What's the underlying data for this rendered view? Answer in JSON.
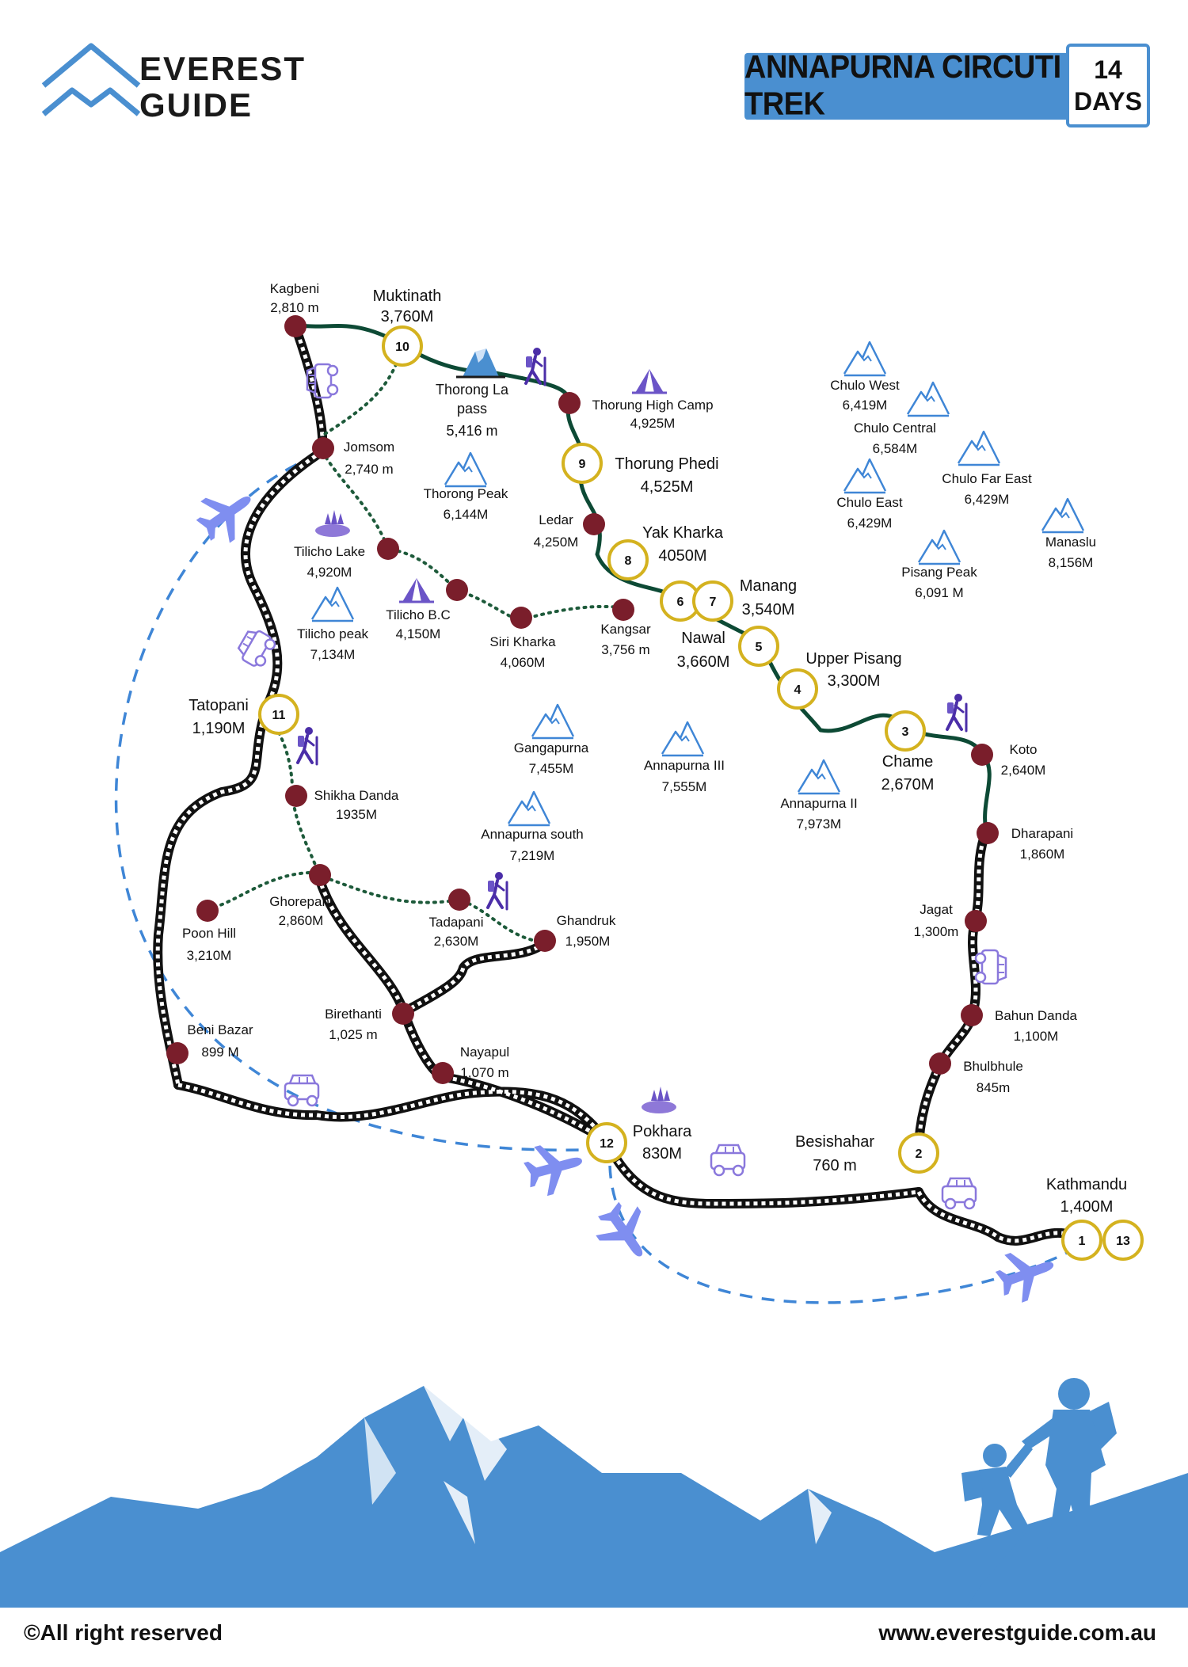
{
  "brand": {
    "line1": "EVEREST",
    "line2": "GUIDE"
  },
  "title": "ANNAPURNA CIRCUTI TREK",
  "duration": {
    "number": "14",
    "unit": "DAYS"
  },
  "footer": {
    "copyright": "©All right reserved",
    "website": "www.everestguide.com.au"
  },
  "colors": {
    "accent": "#4a8fd0",
    "waypoint": "#7a1e2b",
    "stage_ring": "#d4b21f",
    "trek_path": "#0d4a35",
    "side_trail": "#1d5a3a",
    "flight": "#3f86d6",
    "icon": "#6b54c7"
  },
  "stages": [
    {
      "num": "1",
      "name": "",
      "alt": ""
    },
    {
      "num": "2",
      "name": "Besishahar",
      "alt": "760 m"
    },
    {
      "num": "3",
      "name": "Chame",
      "alt": "2,670M"
    },
    {
      "num": "4",
      "name": "Upper Pisang",
      "alt": "3,300M"
    },
    {
      "num": "5",
      "name": "Nawal",
      "alt": "3,660M"
    },
    {
      "num": "6",
      "name": "",
      "alt": ""
    },
    {
      "num": "7",
      "name": "Manang",
      "alt": "3,540M"
    },
    {
      "num": "8",
      "name": "Yak Kharka",
      "alt": "4050M"
    },
    {
      "num": "9",
      "name": "Thorung Phedi",
      "alt": "4,525M"
    },
    {
      "num": "10",
      "name": "Muktinath",
      "alt": "3,760M"
    },
    {
      "num": "11",
      "name": "Tatopani",
      "alt": "1,190M"
    },
    {
      "num": "12",
      "name": "Pokhara",
      "alt": "830M"
    },
    {
      "num": "13",
      "name": "Kathmandu",
      "alt": "1,400M"
    }
  ],
  "waypoints": [
    {
      "name": "Kagbeni",
      "alt": "2,810 m"
    },
    {
      "name": "Thorung High Camp",
      "alt": "4,925M"
    },
    {
      "name": "Ledar",
      "alt": "4,250M"
    },
    {
      "name": "Jomsom",
      "alt": "2,740 m"
    },
    {
      "name": "Tilicho Lake",
      "alt": "4,920M"
    },
    {
      "name": "Tilicho B.C",
      "alt": "4,150M"
    },
    {
      "name": "Siri Kharka",
      "alt": "4,060M"
    },
    {
      "name": "Kangsar",
      "alt": "3,756 m"
    },
    {
      "name": "Koto",
      "alt": "2,640M"
    },
    {
      "name": "Dharapani",
      "alt": "1,860M"
    },
    {
      "name": "Jagat",
      "alt": "1,300m"
    },
    {
      "name": "Bahun Danda",
      "alt": "1,100M"
    },
    {
      "name": "Bhulbhule",
      "alt": "845m"
    },
    {
      "name": "Shikha Danda",
      "alt": "1935M"
    },
    {
      "name": "Ghorepani",
      "alt": "2,860M"
    },
    {
      "name": "Poon Hill",
      "alt": "3,210M"
    },
    {
      "name": "Tadapani",
      "alt": "2,630M"
    },
    {
      "name": "Ghandruk",
      "alt": "1,950M"
    },
    {
      "name": "Birethanti",
      "alt": "1,025 m"
    },
    {
      "name": "Beni Bazar",
      "alt": "899 M"
    },
    {
      "name": "Nayapul",
      "alt": "1,070 m"
    }
  ],
  "pass": {
    "name1": "Thorong La",
    "name2": "pass",
    "alt": "5,416 m"
  },
  "peaks": [
    {
      "name": "Chulo West",
      "alt": "6,419M"
    },
    {
      "name": "Chulo Central",
      "alt": "6,584M"
    },
    {
      "name": "Chulo Far East",
      "alt": "6,429M"
    },
    {
      "name": "Chulo East",
      "alt": "6,429M"
    },
    {
      "name": "Manaslu",
      "alt": "8,156M"
    },
    {
      "name": "Pisang Peak",
      "alt": "6,091 M"
    },
    {
      "name": "Thorong Peak",
      "alt": "6,144M"
    },
    {
      "name": "Tilicho peak",
      "alt": "7,134M"
    },
    {
      "name": "Gangapurna",
      "alt": "7,455M"
    },
    {
      "name": "Annapurna III",
      "alt": "7,555M"
    },
    {
      "name": "Annapurna II",
      "alt": "7,973M"
    },
    {
      "name": "Annapurna south",
      "alt": "7,219M"
    }
  ],
  "icons": [
    "mountain-logo-icon",
    "peak-icon",
    "airplane-icon",
    "jeep-icon",
    "hiker-icon",
    "camp-tent-icon",
    "lake-icon",
    "ice-pass-icon",
    "hiker-silhouette-icon"
  ]
}
